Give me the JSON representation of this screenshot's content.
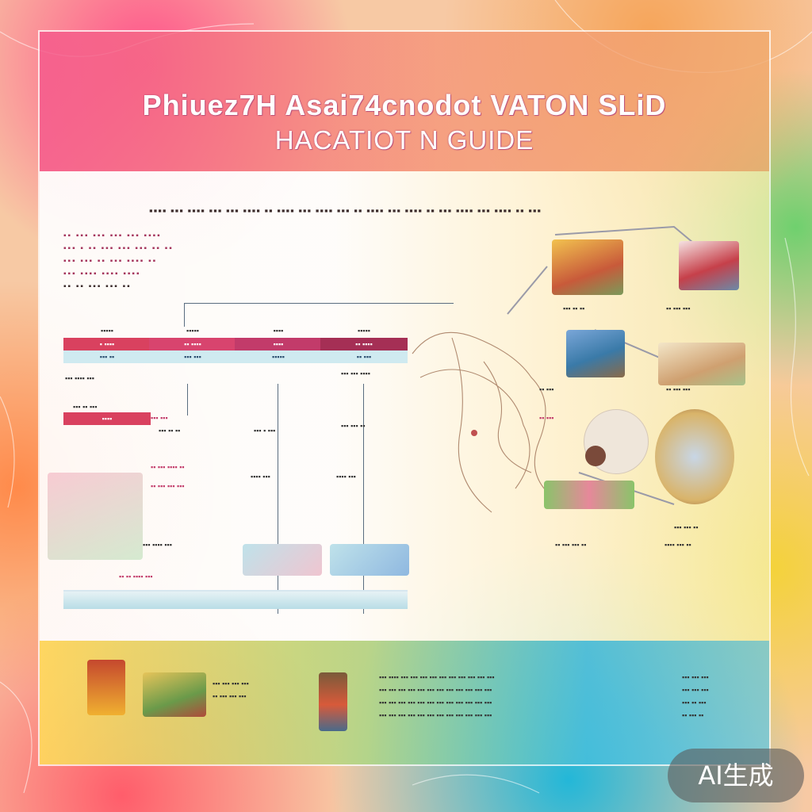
{
  "header": {
    "title_line1": "Phiuez7H Asai74cnodot VATON SLiD",
    "title_line2": "HACATIOT N GUIDE"
  },
  "badge": {
    "label": "AI生成"
  },
  "colors": {
    "pink": "#d9415f",
    "teal": "#cfeaf0",
    "navy": "#5a6d80"
  },
  "icons": [
    "map-icon",
    "building-illustration",
    "figure-illustration",
    "route-arrow-icon"
  ]
}
